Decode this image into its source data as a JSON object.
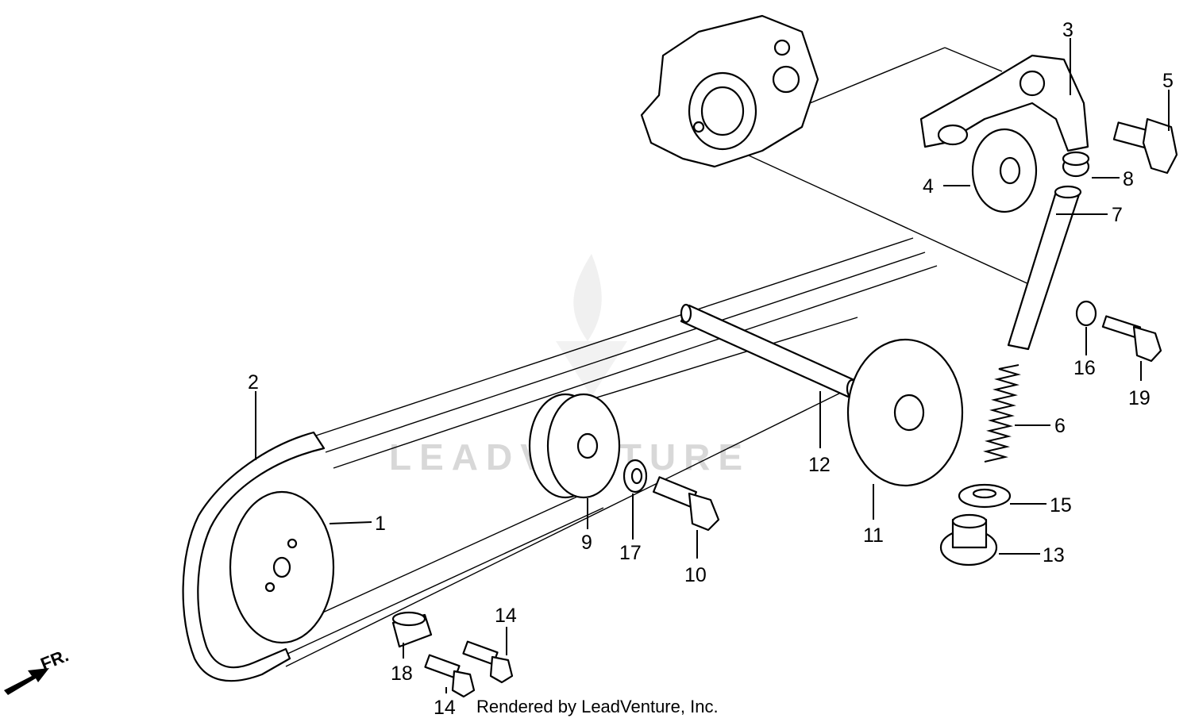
{
  "diagram": {
    "watermark": "LEADVENTURE",
    "front_indicator": "FR.",
    "footer": "Rendered by LeadVenture, Inc.",
    "callouts": [
      "1",
      "2",
      "3",
      "4",
      "5",
      "6",
      "7",
      "8",
      "9",
      "10",
      "11",
      "12",
      "13",
      "14",
      "14",
      "15",
      "16",
      "17",
      "18",
      "19"
    ]
  }
}
